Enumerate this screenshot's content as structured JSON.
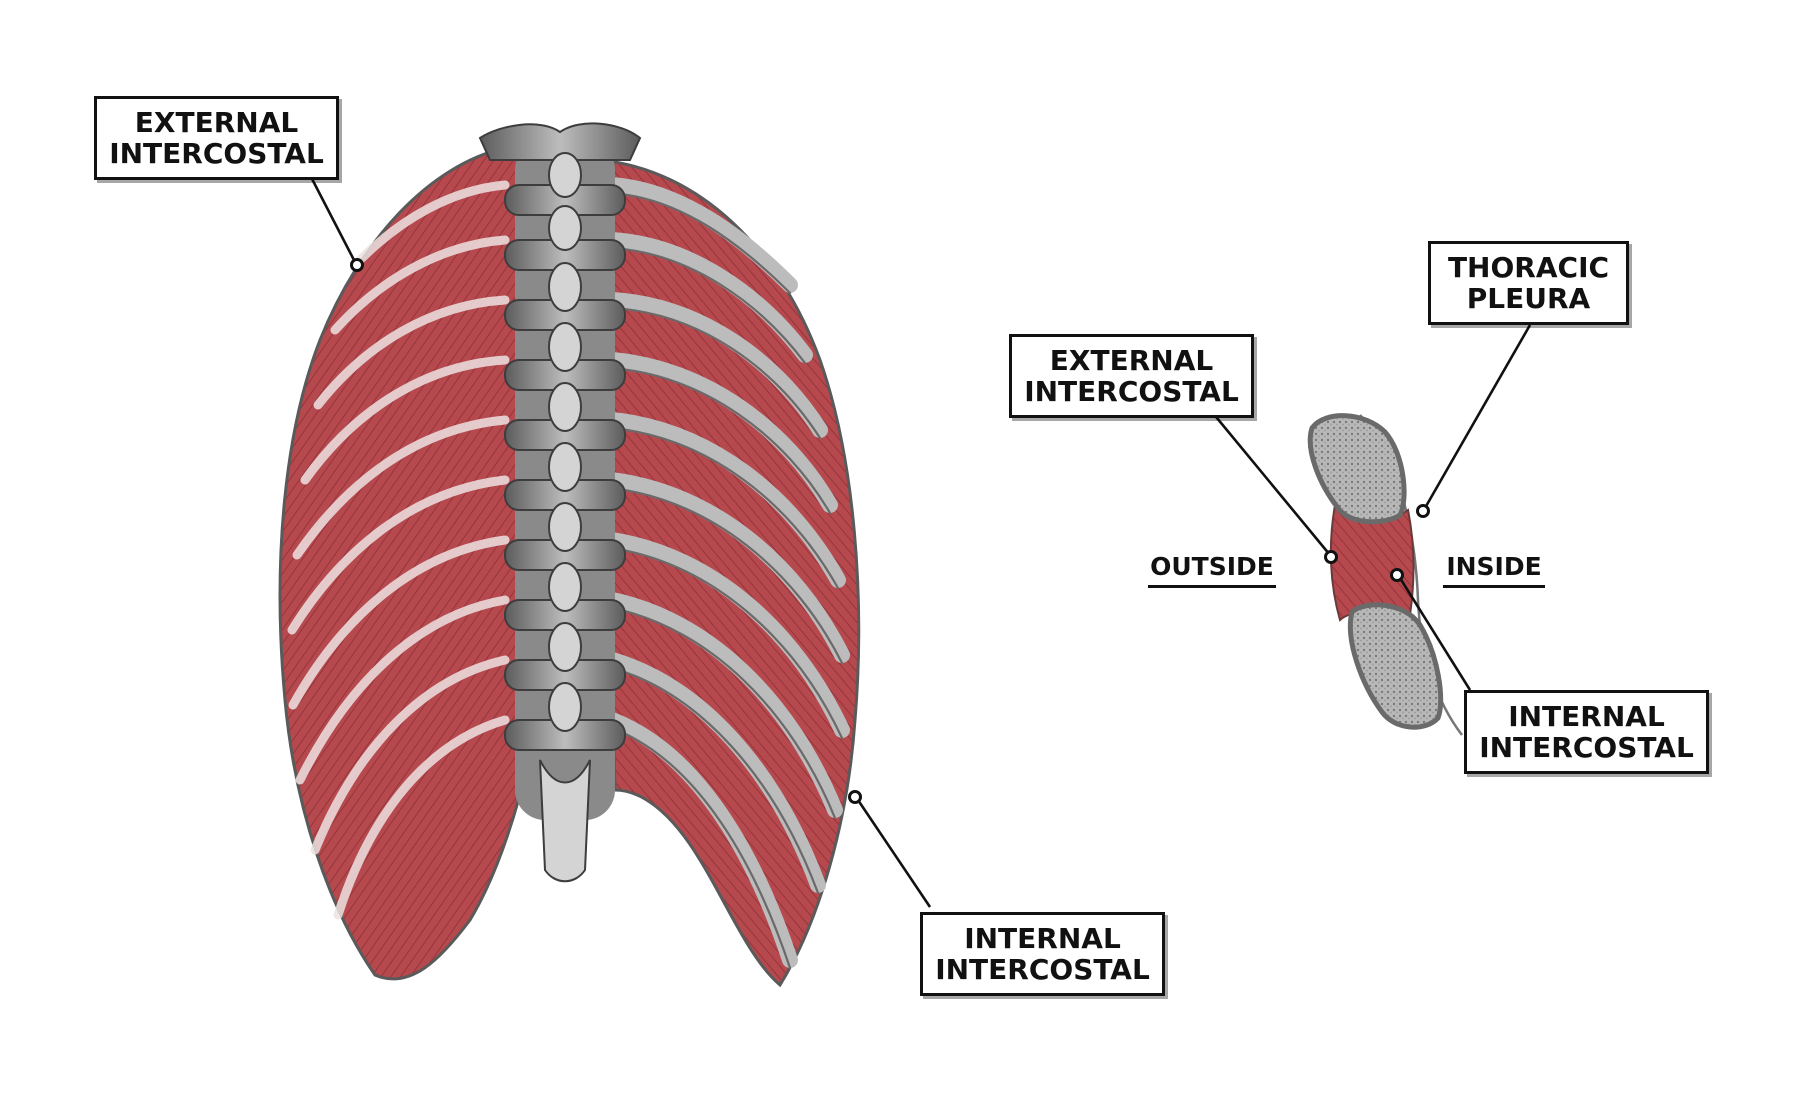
{
  "labels": {
    "rib_external": [
      "EXTERNAL",
      "INTERCOSTAL"
    ],
    "rib_internal": [
      "INTERNAL",
      "INTERCOSTAL"
    ],
    "section_external": [
      "EXTERNAL",
      "INTERCOSTAL"
    ],
    "section_pleura": [
      "THORACIC",
      "PLEURA"
    ],
    "section_internal": [
      "INTERNAL",
      "INTERCOSTAL"
    ],
    "outside": "OUTSIDE",
    "inside": "INSIDE"
  },
  "colors": {
    "muscle": "#b5494e",
    "muscle_dark": "#8f2f36",
    "bone": "#c9c9c9",
    "bone_dark": "#6f6f6f",
    "leader": "#111111"
  }
}
